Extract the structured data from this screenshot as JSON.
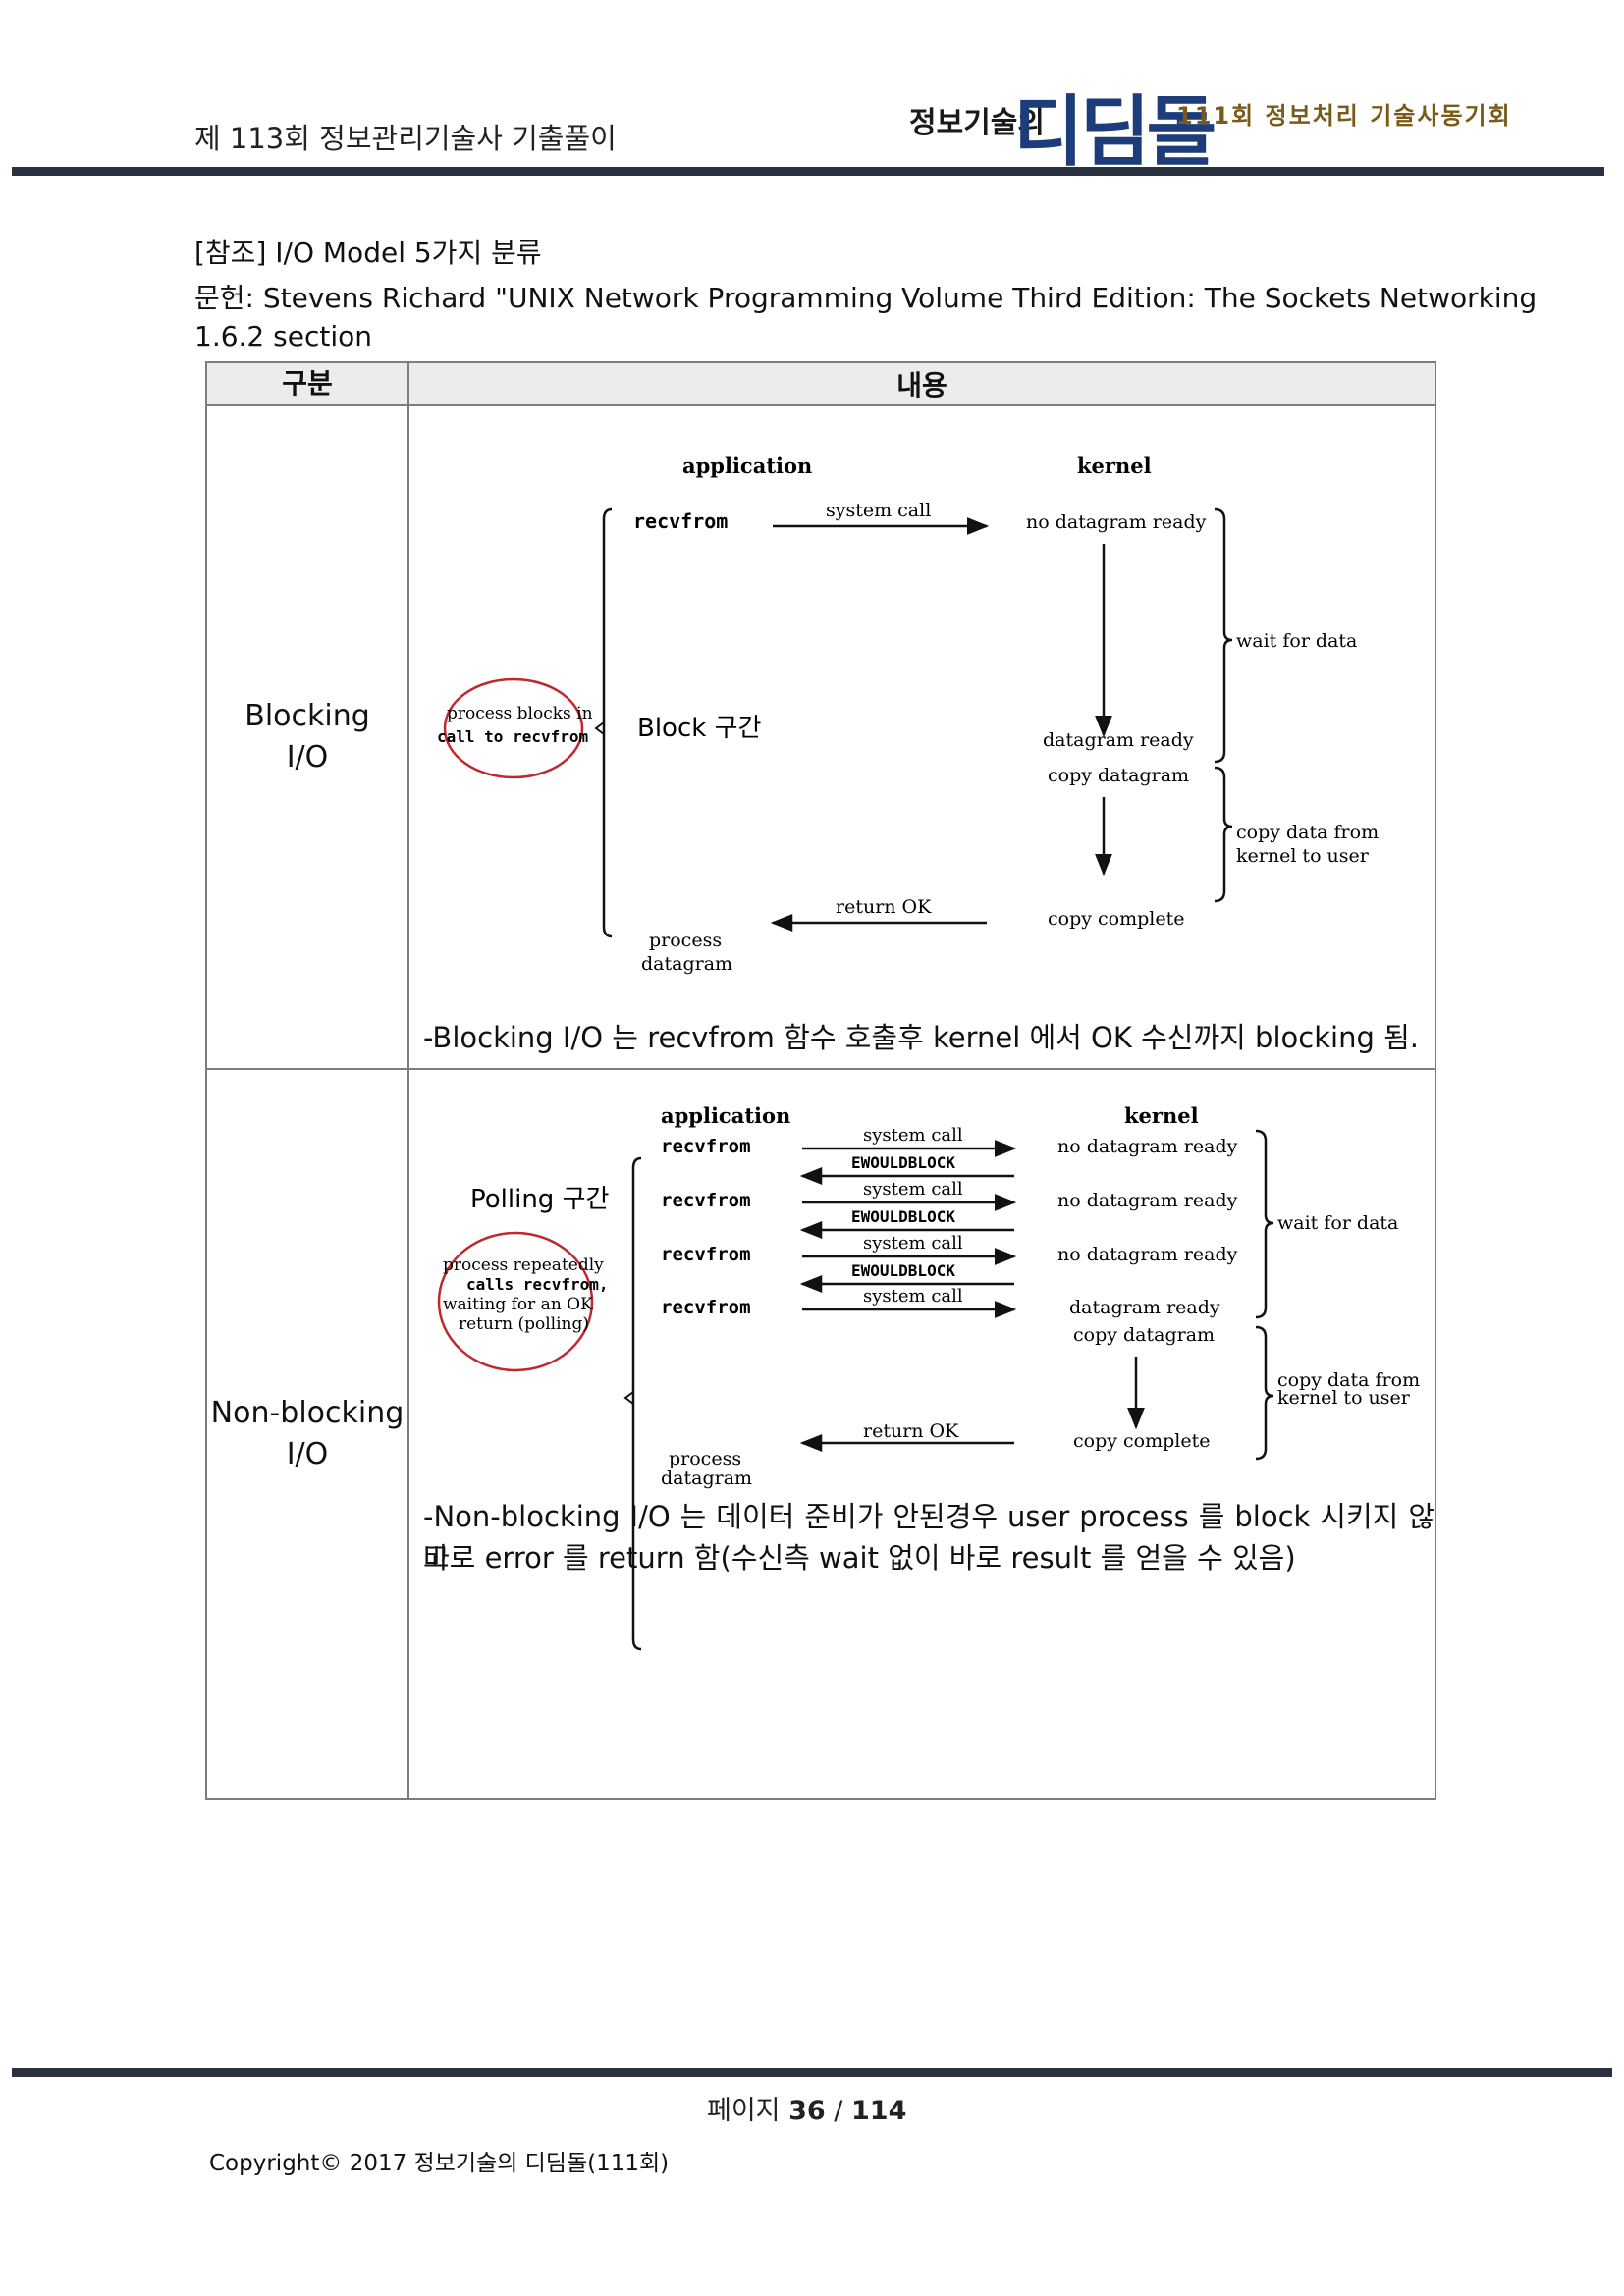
{
  "header": {
    "title": "제 113회 정보관리기술사 기출풀이",
    "logo_small": "정보기술의",
    "logo_big": "디딤돌",
    "logo_sub": "111회 정보처리 기술사동기회"
  },
  "intro": {
    "line1": "[참조] I/O Model 5가지 분류",
    "line2": "문헌: Stevens Richard \"UNIX Network Programming Volume Third Edition: The Sockets Networking",
    "line3": "1.6.2 section"
  },
  "table": {
    "headers": [
      "구분",
      "내용"
    ],
    "rows": [
      {
        "label_line1": "Blocking",
        "label_line2": "I/O",
        "diagram": {
          "application": "application",
          "kernel": "kernel",
          "recvfrom": "recvfrom",
          "system_call": "system call",
          "no_datagram_ready": "no datagram ready",
          "wait_for_data": "wait for data",
          "circle_line1": "process blocks in",
          "circle_line2": "call to recvfrom",
          "block_label": "Block 구간",
          "datagram_ready": "datagram ready",
          "copy_datagram": "copy datagram",
          "copy_data_line1": "copy data from",
          "copy_data_line2": "kernel to user",
          "return_ok": "return OK",
          "copy_complete": "copy complete",
          "process_line1": "process",
          "process_line2": "datagram"
        },
        "note": "-Blocking I/O 는 recvfrom 함수 호출후 kernel 에서 OK 수신까지 blocking 됨."
      },
      {
        "label_line1": "Non-blocking",
        "label_line2": "I/O",
        "diagram": {
          "application": "application",
          "kernel": "kernel",
          "recvfrom": "recvfrom",
          "system_call": "system call",
          "ewouldblock": "EWOULDBLOCK",
          "no_datagram_ready": "no datagram ready",
          "polling_label": "Polling 구간",
          "wait_for_data": "wait for data",
          "circle_line1": "process repeatedly",
          "circle_line2": "calls recvfrom,",
          "circle_line3": "waiting for an OK",
          "circle_line4": "return (polling)",
          "datagram_ready": "datagram ready",
          "copy_datagram": "copy datagram",
          "copy_data_line1": "copy data from",
          "copy_data_line2": "kernel to user",
          "return_ok": "return OK",
          "copy_complete": "copy complete",
          "process_line1": "process",
          "process_line2": "datagram"
        },
        "note_line1": "-Non-blocking I/O 는 데이터 준비가 안된경우 user process 를 block 시키지 않고",
        "note_line2": "바로 error 를 return 함(수신측 wait 없이 바로 result 를 얻을 수 있음)"
      }
    ]
  },
  "footer": {
    "page_label": "페이지",
    "page_current": "36",
    "page_sep": "/",
    "page_total": "114",
    "copyright": "Copyright© 2017 정보기술의 디딤돌(111회)"
  },
  "colors": {
    "rule": "#2a3140",
    "logo_blue": "#1d3d7a",
    "logo_gold": "#7a5a18",
    "circle_red": "#c0282e",
    "header_bg": "#ececec"
  }
}
